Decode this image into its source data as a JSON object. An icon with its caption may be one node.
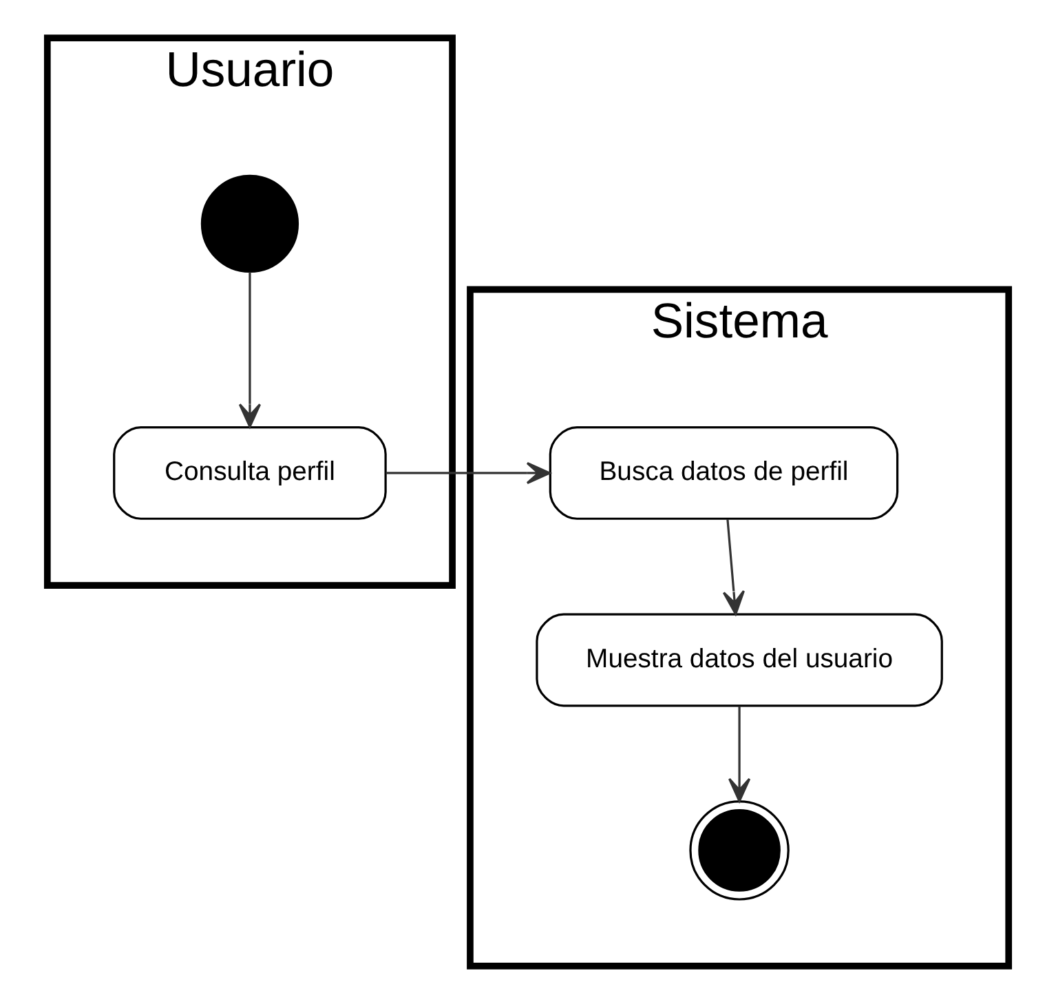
{
  "diagram": {
    "nodes": [
      {
        "text": [
          "Usuario"
        ]
      },
      {
        "text": [
          "Sistema"
        ]
      },
      {
        "text": [],
        "shape": "circle",
        "in": 0
      },
      {
        "text": [
          "Consulta perfil"
        ],
        "in": 0
      },
      {
        "text": [
          "Busca datos de perfil"
        ],
        "in": 1
      },
      {
        "text": [
          "Muestra datos del usuario"
        ],
        "in": 1
      },
      {
        "text": [],
        "shape": "bullseye",
        "in": 1
      }
    ],
    "edges": [
      {
        "from": 2,
        "to": 3,
        "arrow": "to"
      },
      {
        "from": 3,
        "to": 4,
        "arrow": "to"
      },
      {
        "from": 4,
        "to": 5,
        "arrow": "to"
      },
      {
        "from": 5,
        "to": 6,
        "arrow": "to"
      }
    ]
  }
}
